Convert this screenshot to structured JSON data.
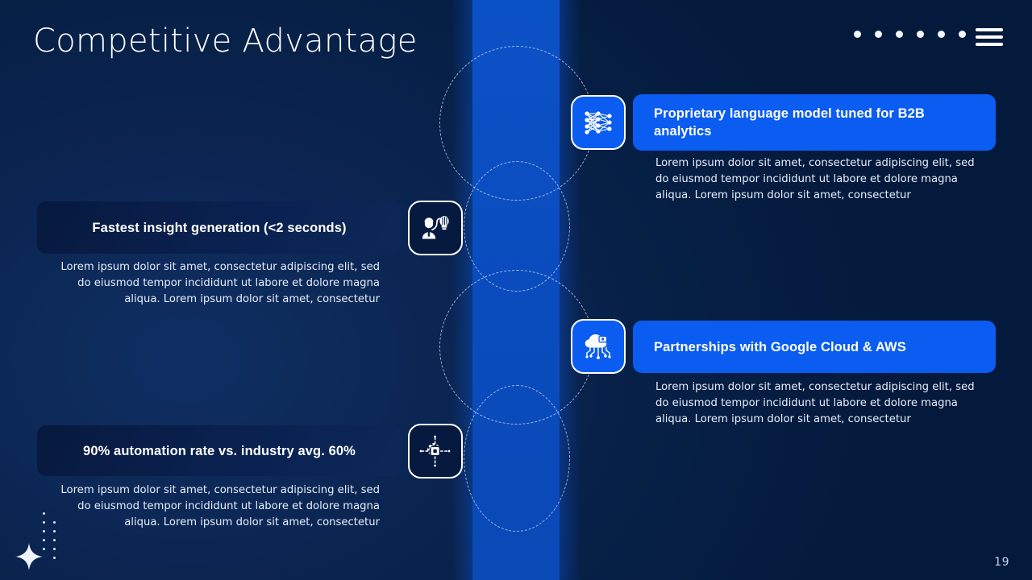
{
  "slide": {
    "title": "Competitive Advantage",
    "page_number": "19",
    "nav_dots": 6,
    "colors": {
      "background_dark": "#041a3c",
      "background_mid": "#0b2551",
      "band": "#0a4cbe",
      "accent_card": "#0b5cf0",
      "dark_card": "#0a2150",
      "text_primary": "#ffffff",
      "text_body": "#e6eefc"
    }
  },
  "header": {
    "menu_icon": "hamburger-icon"
  },
  "items": [
    {
      "id": "proprietary-model",
      "side": "right",
      "icon": "neural-network-icon",
      "icon_style": "bright",
      "title": "Proprietary language model tuned for B2B analytics",
      "body": "Lorem ipsum dolor sit amet, consectetur adipiscing elit, sed do eiusmod tempor incididunt ut labore et dolore magna aliqua. Lorem ipsum dolor sit amet, consectetur"
    },
    {
      "id": "fastest-insight",
      "side": "left",
      "icon": "analyst-idea-icon",
      "icon_style": "dark",
      "title": "Fastest insight generation (<2 seconds)",
      "body": "Lorem ipsum dolor sit amet, consectetur adipiscing elit, sed do eiusmod tempor incididunt ut labore et dolore magna aliqua. Lorem ipsum dolor sit amet, consectetur"
    },
    {
      "id": "cloud-partnerships",
      "side": "right",
      "icon": "cloud-circuit-icon",
      "icon_style": "bright",
      "title": "Partnerships with Google Cloud & AWS",
      "body": "Lorem ipsum dolor sit amet, consectetur adipiscing elit, sed do eiusmod tempor incididunt ut labore et dolore magna aliqua. Lorem ipsum dolor sit amet, consectetur"
    },
    {
      "id": "automation-rate",
      "side": "left",
      "icon": "gear-chip-icon",
      "icon_style": "dark",
      "title": "90% automation rate vs. industry avg. 60%",
      "body": "Lorem ipsum dolor sit amet, consectetur adipiscing elit, sed do eiusmod tempor incididunt ut labore et dolore magna aliqua. Lorem ipsum dolor sit amet, consectetur"
    }
  ]
}
